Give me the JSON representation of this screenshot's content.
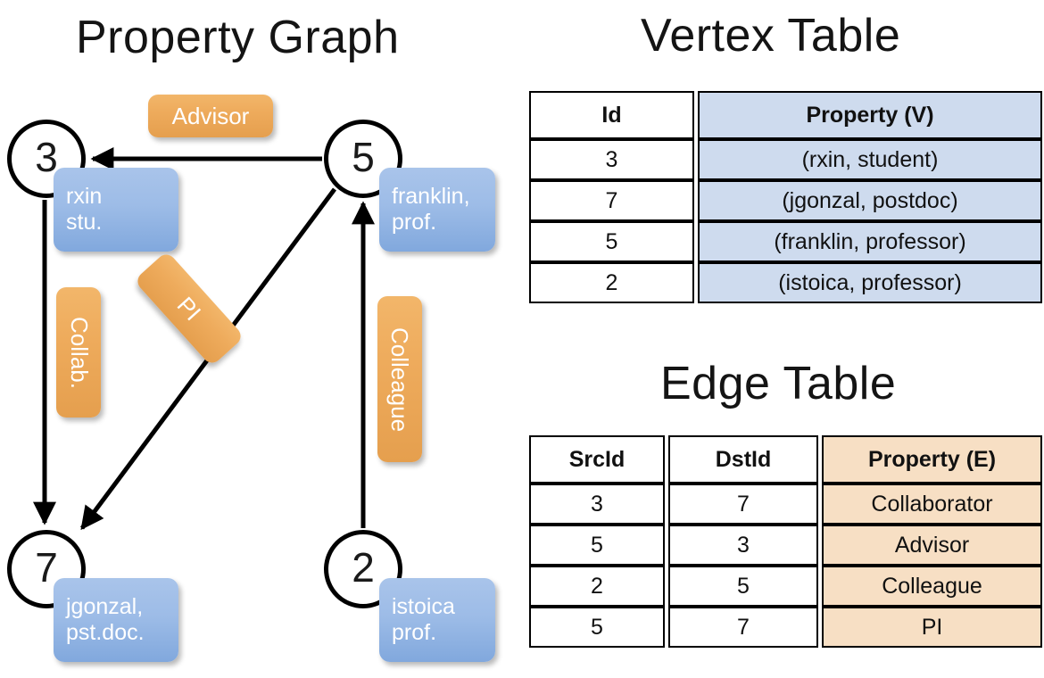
{
  "titles": {
    "property_graph": "Property Graph",
    "vertex_table": "Vertex Table",
    "edge_table": "Edge Table"
  },
  "graph": {
    "nodes": [
      {
        "id": "3",
        "name": "rxin",
        "role": "stu."
      },
      {
        "id": "5",
        "name": "franklin,",
        "role": "prof."
      },
      {
        "id": "7",
        "name": "jgonzal,",
        "role": "pst.doc."
      },
      {
        "id": "2",
        "name": "istoica",
        "role": "prof."
      }
    ],
    "edge_labels": {
      "advisor": "Advisor",
      "collab": "Collab.",
      "colleague": "Colleague",
      "pi": "PI"
    }
  },
  "vertex_table": {
    "headers": {
      "id": "Id",
      "property": "Property (V)"
    },
    "rows": [
      {
        "id": "3",
        "property": "(rxin, student)"
      },
      {
        "id": "7",
        "property": "(jgonzal, postdoc)"
      },
      {
        "id": "5",
        "property": "(franklin, professor)"
      },
      {
        "id": "2",
        "property": "(istoica, professor)"
      }
    ]
  },
  "edge_table": {
    "headers": {
      "src": "SrcId",
      "dst": "DstId",
      "property": "Property (E)"
    },
    "rows": [
      {
        "src": "3",
        "dst": "7",
        "property": "Collaborator"
      },
      {
        "src": "5",
        "dst": "3",
        "property": "Advisor"
      },
      {
        "src": "2",
        "dst": "5",
        "property": "Colleague"
      },
      {
        "src": "5",
        "dst": "7",
        "property": "PI"
      }
    ]
  },
  "colors": {
    "vertex_property_fill": "#cedbee",
    "edge_property_fill": "#f7dfc4",
    "node_box_blue": "#9dbce7",
    "edge_label_orange": "#eeab5c",
    "stroke": "#000000"
  }
}
